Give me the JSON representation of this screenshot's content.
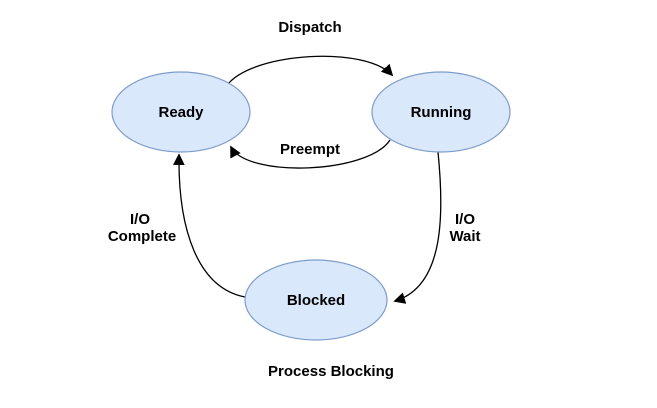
{
  "diagram": {
    "title": "Process Blocking",
    "background": "#ffffff",
    "colors": {
      "state_fill": "#dae8fc",
      "state_stroke": "#7e9cc9",
      "edge_stroke": "#000000",
      "label_text": "#000000"
    },
    "states": [
      {
        "label": "Ready"
      },
      {
        "label": "Running"
      },
      {
        "label": "Blocked"
      }
    ],
    "transitions": [
      {
        "label": "Dispatch",
        "from": "Ready",
        "to": "Running"
      },
      {
        "label": "Preempt",
        "from": "Running",
        "to": "Ready"
      },
      {
        "label_line1": "I/O",
        "label_line2": "Wait",
        "from": "Running",
        "to": "Blocked"
      },
      {
        "label_line1": "I/O",
        "label_line2": "Complete",
        "from": "Blocked",
        "to": "Ready"
      }
    ]
  }
}
